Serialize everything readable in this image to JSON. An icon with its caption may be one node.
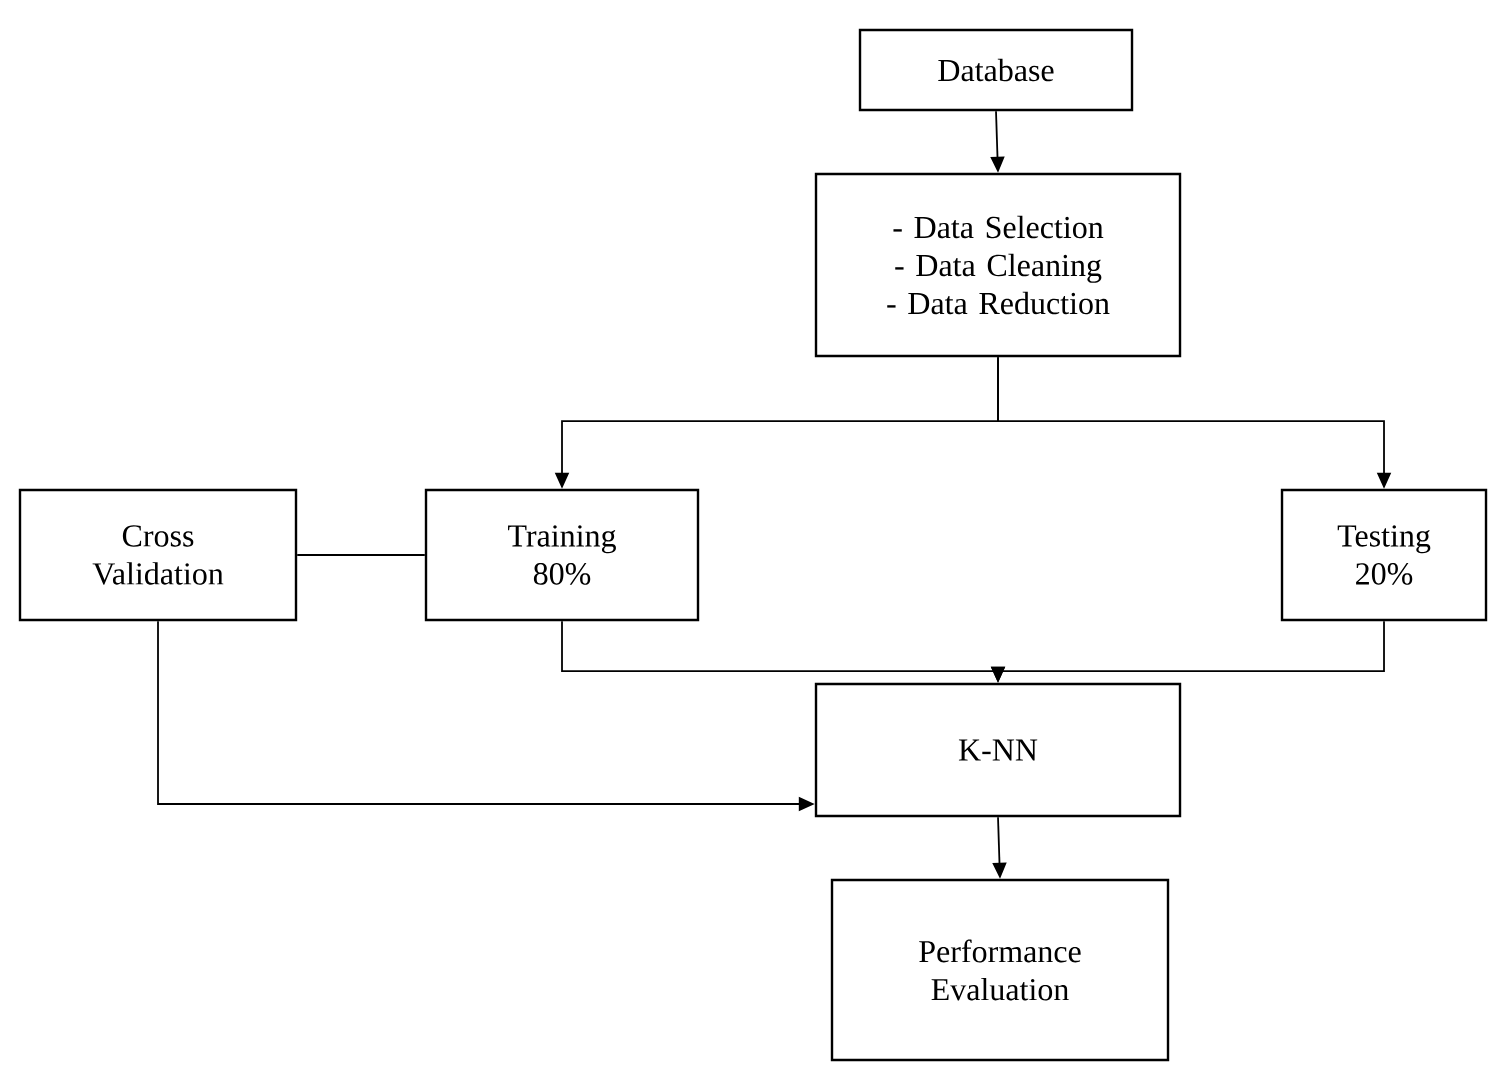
{
  "diagram": {
    "nodes": [
      {
        "text": [
          "Database"
        ]
      },
      {
        "text": [
          "- Data Selection",
          "- Data Cleaning",
          "- Data Reduction"
        ]
      },
      {
        "text": [
          "Cross Validation"
        ]
      },
      {
        "text": [
          "Training 80%"
        ]
      },
      {
        "text": [
          "Testing 20%"
        ]
      },
      {
        "text": [
          "K-NN"
        ]
      },
      {
        "text": [
          "Performance Evaluation"
        ]
      }
    ],
    "edges": [
      {
        "from": 0,
        "to": 1,
        "arrow": "to"
      },
      {
        "from": 1,
        "to": 3,
        "arrow": "to"
      },
      {
        "from": 1,
        "to": 4,
        "arrow": "to"
      },
      {
        "from": 2,
        "to": 3,
        "arrow": "none"
      },
      {
        "from": 3,
        "to": 5,
        "arrow": "to"
      },
      {
        "from": 4,
        "to": 5,
        "arrow": "to"
      },
      {
        "from": 2,
        "to": 5,
        "arrow": "to"
      },
      {
        "from": 5,
        "to": 6,
        "arrow": "to"
      }
    ]
  }
}
